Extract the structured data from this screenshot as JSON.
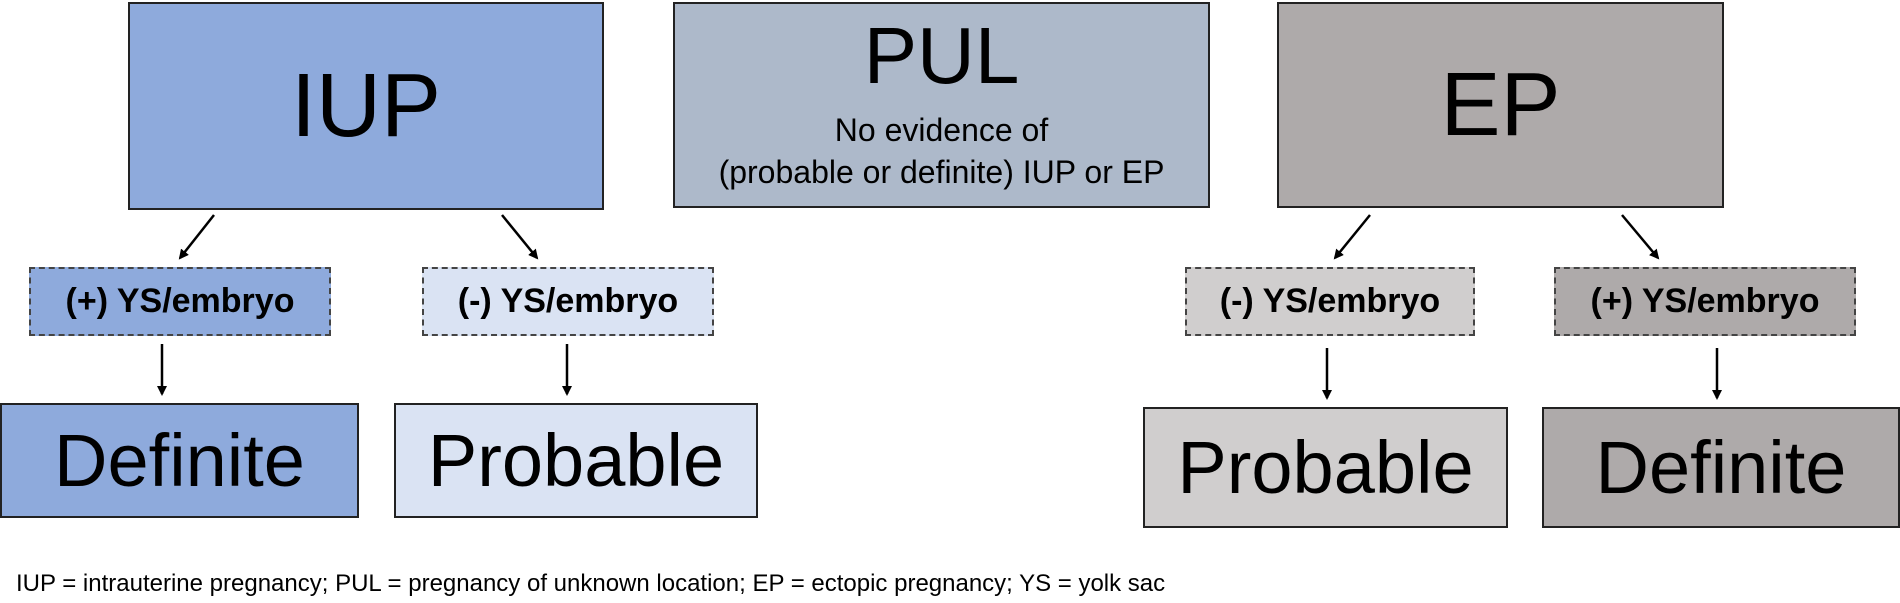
{
  "colors": {
    "iup": "#8eaadc",
    "iup_light": "#dae3f3",
    "pul": "#adb9ca",
    "ep": "#aeaaaa",
    "ep_light": "#d0cece"
  },
  "iup": {
    "title": "IUP",
    "left_condition": "(+) YS/embryo",
    "right_condition": "(-) YS/embryo",
    "left_result": "Definite",
    "right_result": "Probable"
  },
  "pul": {
    "title": "PUL",
    "line1": "No evidence of",
    "line2": "(probable or definite) IUP or EP"
  },
  "ep": {
    "title": "EP",
    "left_condition": "(-) YS/embryo",
    "right_condition": "(+) YS/embryo",
    "left_result": "Probable",
    "right_result": "Definite"
  },
  "footnote": "IUP = intrauterine pregnancy; PUL = pregnancy of unknown location; EP = ectopic pregnancy; YS = yolk sac"
}
